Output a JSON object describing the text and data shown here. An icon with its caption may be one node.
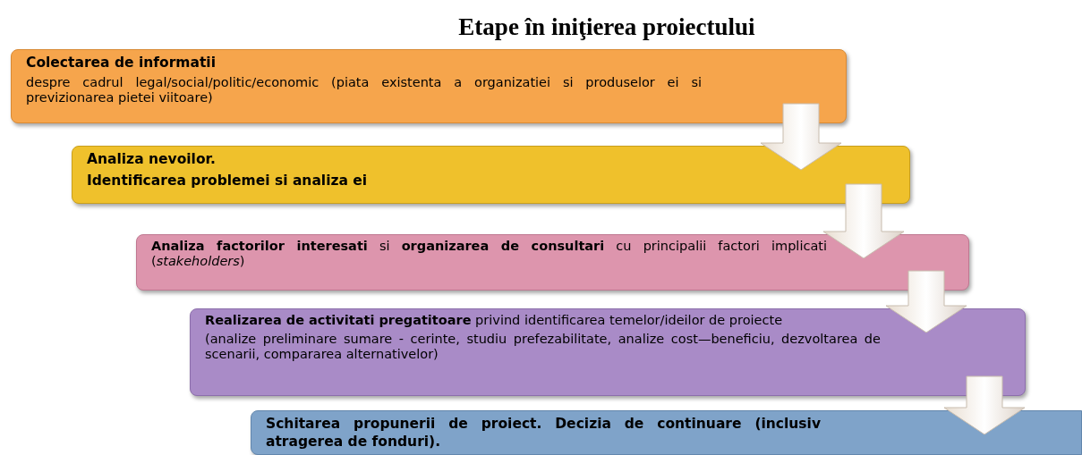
{
  "diagram": {
    "title": "Etape în iniţierea proiectului",
    "nodes": [
      {
        "text": [
          "Colectarea de informatii",
          "despre cadrul legal/social/politic/economic (piata existenta a organizatiei si produselor ei si previzionarea pietei viitoare)"
        ]
      },
      {
        "text": [
          "Analiza nevoilor.",
          "Identificarea problemei si analiza ei"
        ]
      },
      {
        "text": [
          "**Analiza factorilor interesati** si **organizarea de consultari** cu principalii factori implicati (*stakeholders*)"
        ]
      },
      {
        "text": [
          "**Realizarea de activitati pregatitoare** privind identificarea temelor/ideilor de proiecte",
          "(analize preliminare sumare - cerinte, studiu prefezabilitate, analize cost—beneficiu, dezvoltarea de scenarii, compararea alternativelor)"
        ]
      },
      {
        "text": [
          "Schitarea propunerii de proiect. Decizia de continuare (inclusiv atragerea de fonduri)."
        ]
      }
    ],
    "edges": [
      {
        "from": 0,
        "to": 1,
        "arrow": "to"
      },
      {
        "from": 1,
        "to": 2,
        "arrow": "to"
      },
      {
        "from": 2,
        "to": 3,
        "arrow": "to"
      },
      {
        "from": 3,
        "to": 4,
        "arrow": "to"
      }
    ]
  }
}
